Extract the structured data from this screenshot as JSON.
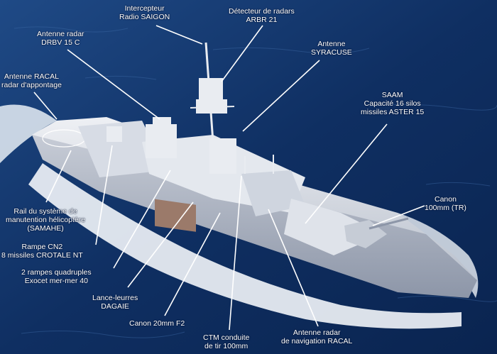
{
  "labels": {
    "intercepteur": [
      "Intercepteur",
      "Radio SAIGON"
    ],
    "detecteur": [
      "Détecteur de radars",
      "ARBR 21"
    ],
    "drbv": [
      "Antenne radar",
      "DRBV 15 C"
    ],
    "syracuse": [
      "Antenne",
      "SYRACUSE"
    ],
    "racal_top": [
      "Antenne RACAL",
      "radar d'appontage"
    ],
    "saam": [
      "SAAM",
      "Capacité 16 silos",
      "missiles ASTER 15"
    ],
    "canon100": [
      "Canon",
      "100mm (TR)"
    ],
    "samahe": [
      "Rail du système de",
      "manutention hélicoptère",
      "(SAMAHE)"
    ],
    "crotale": [
      "Rampe CN2",
      "8 missiles CROTALE NT"
    ],
    "exocet": [
      "2 rampes quadruples",
      "Exocet mer-mer 40"
    ],
    "dagaie": [
      "Lance-leurres",
      "DAGAIE"
    ],
    "canon20": [
      "Canon 20mm F2"
    ],
    "ctm": [
      "CTM conduite",
      "de tir 100mm"
    ],
    "racal_nav": [
      "Antenne radar",
      "de navigation RACAL"
    ]
  },
  "colors": {
    "sea_deep": "#0a2450",
    "sea_light": "#2a5a96",
    "hull": "#dfe3ea",
    "hull_shadow": "#9aa3b4",
    "wake": "#ffffff",
    "label_text": "#ffffff"
  }
}
